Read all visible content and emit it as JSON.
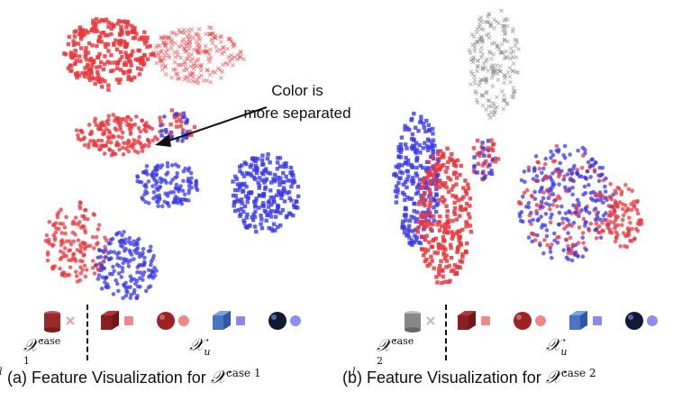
{
  "annotation": {
    "line1": "Color is",
    "line2": "more separated"
  },
  "panel_a": {
    "legend_label_left": {
      "symbol": "𝒳",
      "sup": "case 1",
      "sub": "l"
    },
    "legend_label_right": {
      "symbol": "𝒳",
      "sub": "u"
    },
    "caption": {
      "prefix": "(a) Feature Visualization for",
      "symbol": "𝒳",
      "sup": "case 1"
    }
  },
  "panel_b": {
    "legend_label_left": {
      "symbol": "𝒳",
      "sup": "case 2",
      "sub": "l"
    },
    "legend_label_right": {
      "symbol": "𝒳",
      "sub": "u"
    },
    "caption": {
      "prefix": "(b) Feature Visualization for",
      "symbol": "𝒳",
      "sup": "case 2"
    }
  },
  "colors": {
    "red": "#e8383d",
    "blue": "#3a3ae6",
    "gray": "#8a8a8a",
    "arrow": "#111111"
  },
  "icons": [
    "cylinder-icon",
    "cube-icon",
    "sphere-icon",
    "blue-cube-icon",
    "dark-sphere-icon"
  ]
}
